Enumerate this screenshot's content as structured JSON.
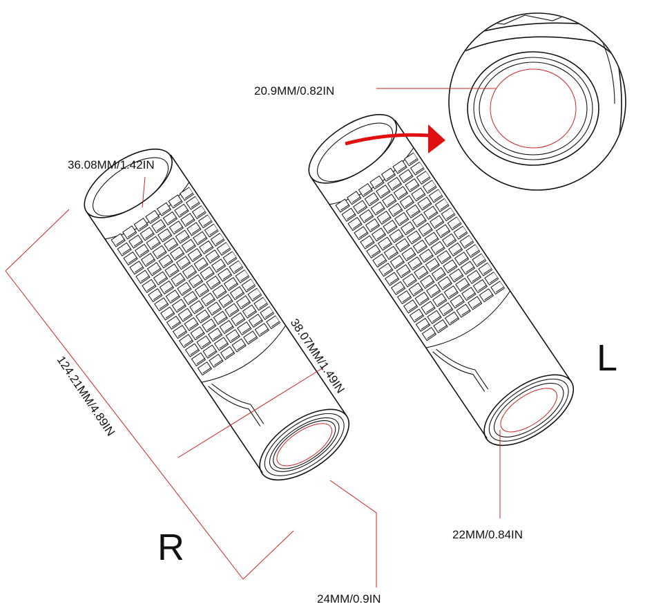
{
  "labels": {
    "right_grip": "R",
    "left_grip": "L"
  },
  "dimensions": {
    "outer_end": "36.08MM/1.42IN",
    "length": "124.21MM/4.89IN",
    "body": "38.07MM/1.49IN",
    "bore_right": "24MM/0.9IN",
    "bore_left": "22MM/0.84IN",
    "inner_detail": "20.9MM/0.82IN"
  },
  "colors": {
    "line": "#111111",
    "dimension": "#cc2222",
    "arrow": "#e01010"
  }
}
